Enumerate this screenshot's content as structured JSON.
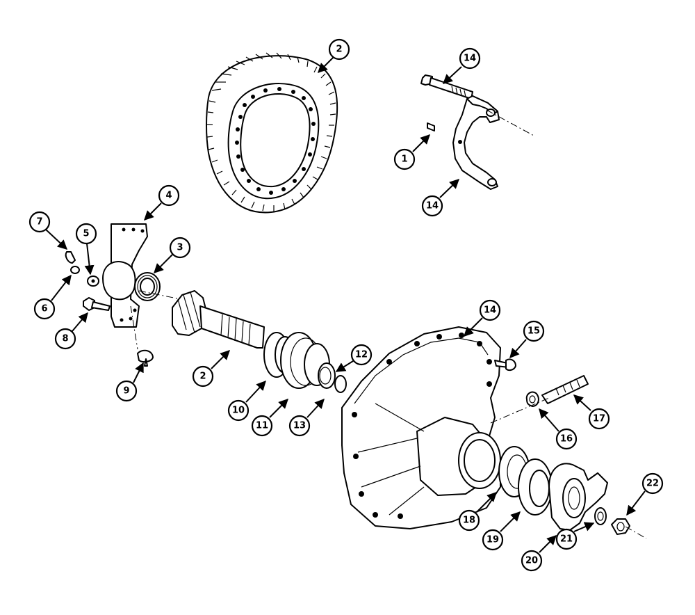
{
  "diagram": {
    "callouts": [
      {
        "label": "2"
      },
      {
        "label": "14"
      },
      {
        "label": "1"
      },
      {
        "label": "14"
      },
      {
        "label": "4"
      },
      {
        "label": "7"
      },
      {
        "label": "5"
      },
      {
        "label": "3"
      },
      {
        "label": "6"
      },
      {
        "label": "8"
      },
      {
        "label": "2"
      },
      {
        "label": "9"
      },
      {
        "label": "14"
      },
      {
        "label": "15"
      },
      {
        "label": "12"
      },
      {
        "label": "10"
      },
      {
        "label": "11"
      },
      {
        "label": "13"
      },
      {
        "label": "17"
      },
      {
        "label": "16"
      },
      {
        "label": "22"
      },
      {
        "label": "18"
      },
      {
        "label": "19"
      },
      {
        "label": "20"
      },
      {
        "label": "21"
      }
    ]
  }
}
